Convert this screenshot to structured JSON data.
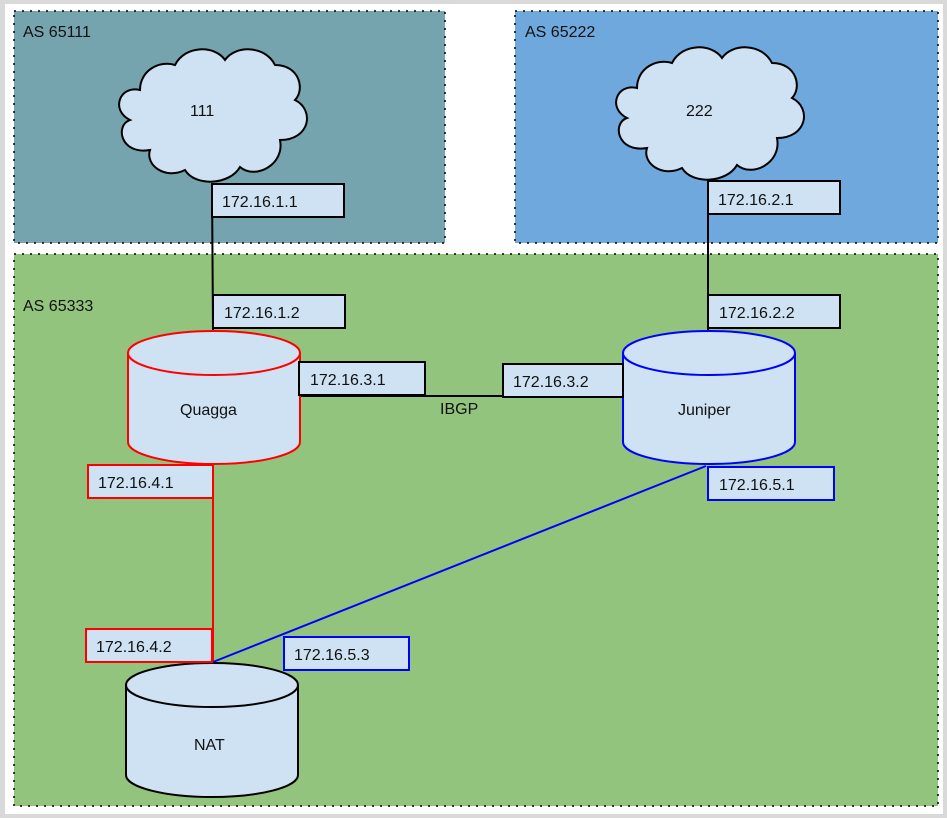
{
  "diagram": {
    "zones": [
      {
        "id": "as65111",
        "label": "AS 65111",
        "color": "#75a4ae"
      },
      {
        "id": "as65222",
        "label": "AS 65222",
        "color": "#6fa8dc"
      },
      {
        "id": "as65333",
        "label": "AS 65333",
        "color": "#93c47d"
      }
    ],
    "clouds": [
      {
        "id": "cloud-111",
        "label": "111"
      },
      {
        "id": "cloud-222",
        "label": "222"
      }
    ],
    "routers": [
      {
        "id": "quagga",
        "label": "Quagga",
        "stroke": "#ff0000"
      },
      {
        "id": "juniper",
        "label": "Juniper",
        "stroke": "#0000ff"
      },
      {
        "id": "nat",
        "label": "NAT",
        "stroke": "#000000"
      }
    ],
    "interfaces": [
      {
        "id": "if-172-16-1-1",
        "label": "172.16.1.1",
        "stroke": "#000000"
      },
      {
        "id": "if-172-16-1-2",
        "label": "172.16.1.2",
        "stroke": "#000000"
      },
      {
        "id": "if-172-16-2-1",
        "label": "172.16.2.1",
        "stroke": "#000000"
      },
      {
        "id": "if-172-16-2-2",
        "label": "172.16.2.2",
        "stroke": "#000000"
      },
      {
        "id": "if-172-16-3-1",
        "label": "172.16.3.1",
        "stroke": "#000000"
      },
      {
        "id": "if-172-16-3-2",
        "label": "172.16.3.2",
        "stroke": "#000000"
      },
      {
        "id": "if-172-16-4-1",
        "label": "172.16.4.1",
        "stroke": "#ff0000"
      },
      {
        "id": "if-172-16-4-2",
        "label": "172.16.4.2",
        "stroke": "#ff0000"
      },
      {
        "id": "if-172-16-5-1",
        "label": "172.16.5.1",
        "stroke": "#0000ff"
      },
      {
        "id": "if-172-16-5-3",
        "label": "172.16.5.3",
        "stroke": "#0000ff"
      }
    ],
    "links": [
      {
        "id": "link-111-quagga",
        "color": "#000000"
      },
      {
        "id": "link-222-juniper",
        "color": "#000000"
      },
      {
        "id": "link-ibgp",
        "color": "#000000",
        "label": "IBGP"
      },
      {
        "id": "link-quagga-nat",
        "color": "#ff0000"
      },
      {
        "id": "link-juniper-nat",
        "color": "#0000ff"
      }
    ],
    "node_fill": "#cfe2f3"
  }
}
